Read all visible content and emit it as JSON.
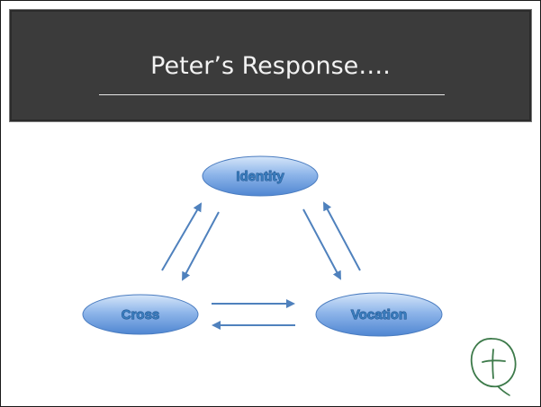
{
  "slide": {
    "title": "Peter’s Response…."
  },
  "diagram": {
    "nodes": [
      {
        "id": "identity",
        "label": "Identity"
      },
      {
        "id": "cross",
        "label": "Cross"
      },
      {
        "id": "vocation",
        "label": "Vocation"
      }
    ],
    "edges": [
      {
        "from": "cross",
        "to": "identity"
      },
      {
        "from": "identity",
        "to": "cross"
      },
      {
        "from": "identity",
        "to": "vocation"
      },
      {
        "from": "vocation",
        "to": "identity"
      },
      {
        "from": "cross",
        "to": "vocation"
      },
      {
        "from": "vocation",
        "to": "cross"
      }
    ]
  },
  "colors": {
    "header_bg": "#3b3b3b",
    "title_text": "#f2f2f2",
    "node_fill_light": "#c9def6",
    "node_fill_dark": "#5b8fd6",
    "arrow": "#4f81bd",
    "ink": "#3d7a4a"
  },
  "annotation": {
    "icon": "handwritten-cross-in-circle"
  }
}
